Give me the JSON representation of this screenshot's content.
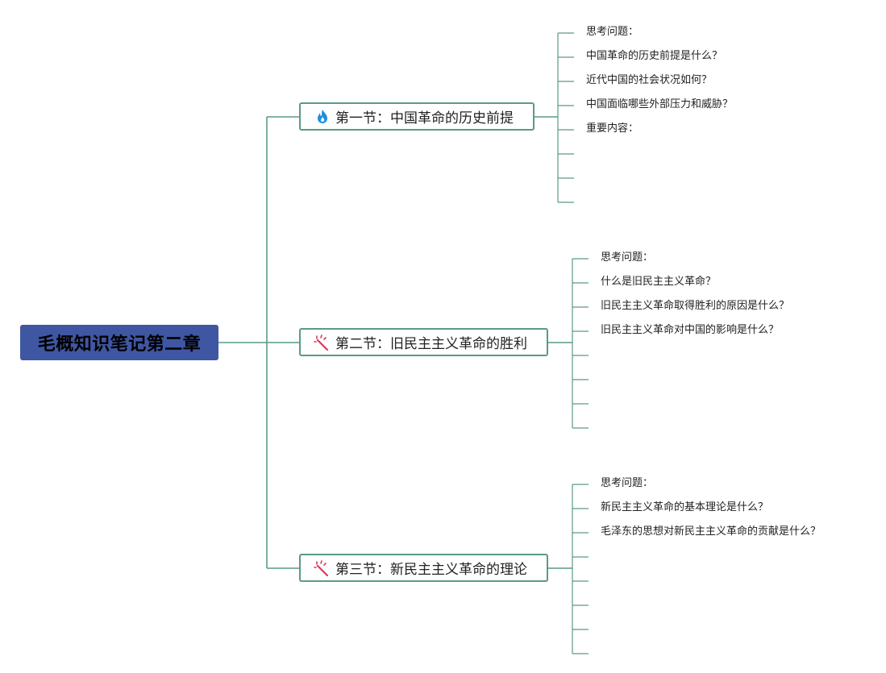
{
  "root": {
    "title": "毛概知识笔记第二章"
  },
  "colors": {
    "line": "#5a9a86",
    "root_bg": "#3f56a3",
    "fire": "#1e8fe0",
    "wand": "#e0365c"
  },
  "sections": [
    {
      "title": "第一节：中国革命的历史前提",
      "icon": "fire-icon",
      "leaves": [
        "思考问题：",
        "中国革命的历史前提是什么？",
        "近代中国的社会状况如何？",
        "中国面临哪些外部压力和威胁？",
        "重要内容：",
        "",
        "",
        ""
      ]
    },
    {
      "title": "第二节：旧民主主义革命的胜利",
      "icon": "magic-wand-icon",
      "leaves": [
        "思考问题：",
        "什么是旧民主主义革命？",
        "旧民主主义革命取得胜利的原因是什么？",
        "旧民主主义革命对中国的影响是什么？",
        "",
        "",
        "",
        ""
      ]
    },
    {
      "title": "第三节：新民主主义革命的理论",
      "icon": "magic-wand-icon",
      "leaves": [
        "思考问题：",
        "新民主主义革命的基本理论是什么？",
        "毛泽东的思想对新民主主义革命的贡献是什么？",
        "",
        "",
        "",
        "",
        ""
      ]
    }
  ]
}
